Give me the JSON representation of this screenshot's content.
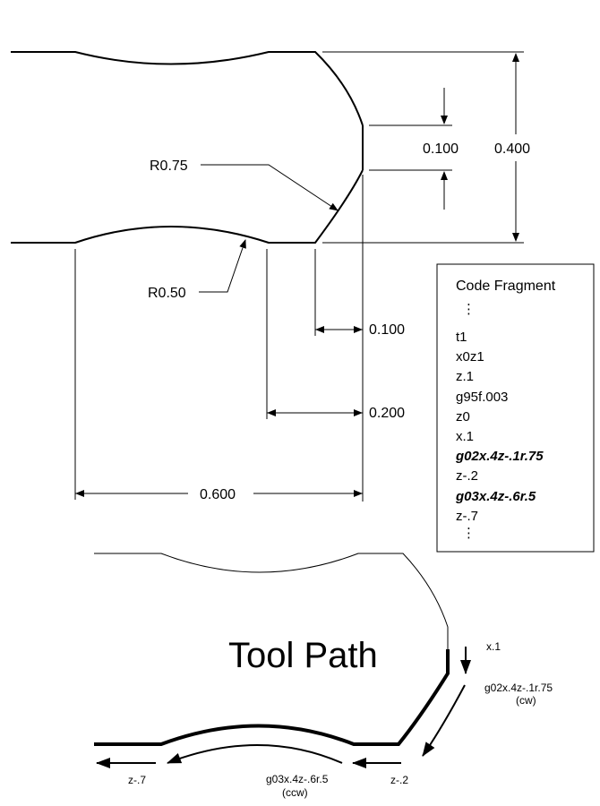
{
  "dimensions": {
    "r075": "R0.75",
    "r050": "R0.50",
    "d0100_vertical": "0.100",
    "d0400": "0.400",
    "d0100_horizontal": "0.100",
    "d0200": "0.200",
    "d0600": "0.600"
  },
  "code_fragment": {
    "title": "Code Fragment",
    "ellipsis": "⋮",
    "lines": [
      {
        "text": "t1",
        "bold": false
      },
      {
        "text": "x0z1",
        "bold": false
      },
      {
        "text": "z.1",
        "bold": false
      },
      {
        "text": "g95f.003",
        "bold": false
      },
      {
        "text": "z0",
        "bold": false
      },
      {
        "text": "x.1",
        "bold": false
      },
      {
        "text": "g02x.4z-.1r.75",
        "bold": true
      },
      {
        "text": "z-.2",
        "bold": false
      },
      {
        "text": "g03x.4z-.6r.5",
        "bold": true
      },
      {
        "text": "z-.7",
        "bold": false
      }
    ]
  },
  "tool_path": {
    "title": "Tool Path",
    "x1": "x.1",
    "g02": "g02x.4z-.1r.75",
    "cw": "(cw)",
    "z2": "z-.2",
    "g03": "g03x.4z-.6r.5",
    "ccw": "(ccw)",
    "z7": "z-.7"
  }
}
